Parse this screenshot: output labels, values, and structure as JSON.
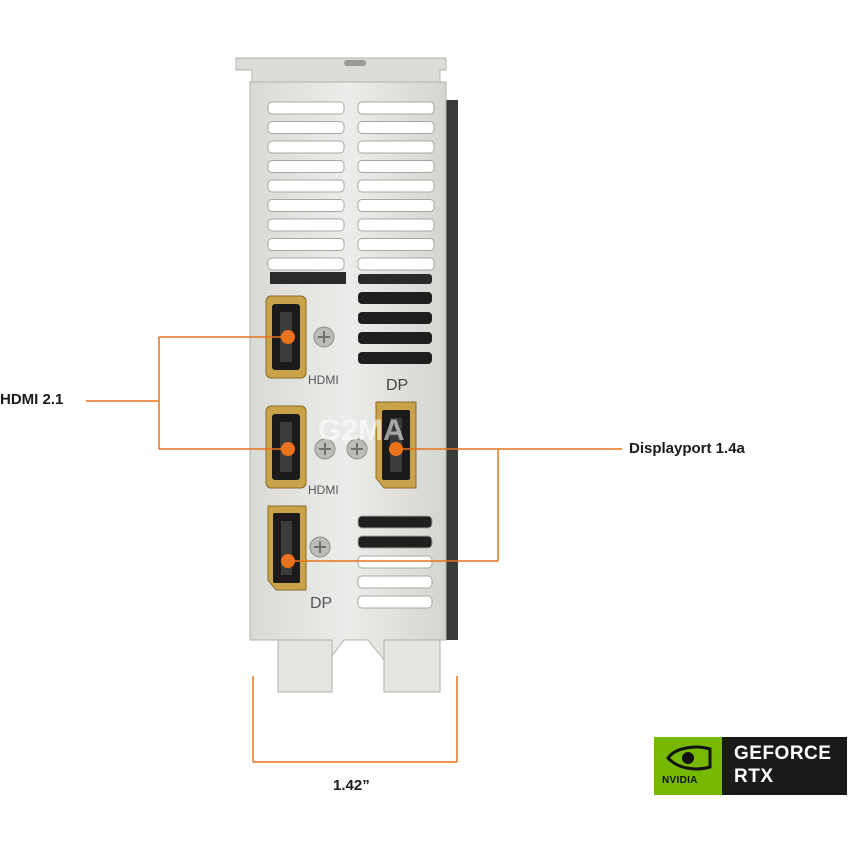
{
  "callouts": {
    "hdmi": "HDMI 2.1",
    "displayport": "Displayport 1.4a",
    "width": "1.42”"
  },
  "port_labels": {
    "hdmi_top": "HDMI",
    "hdmi_mid": "HDMI",
    "dp_right": "DP",
    "dp_bottom": "DP"
  },
  "watermark": "G2MA",
  "logo": {
    "brand": "NVIDIA",
    "line1": "GEFORCE",
    "line2": "RTX"
  },
  "colors": {
    "accent": "#e8731c",
    "bracket": "#e7e7e4",
    "port_gold": "#c9a24a",
    "nvidia_green": "#76b900"
  }
}
